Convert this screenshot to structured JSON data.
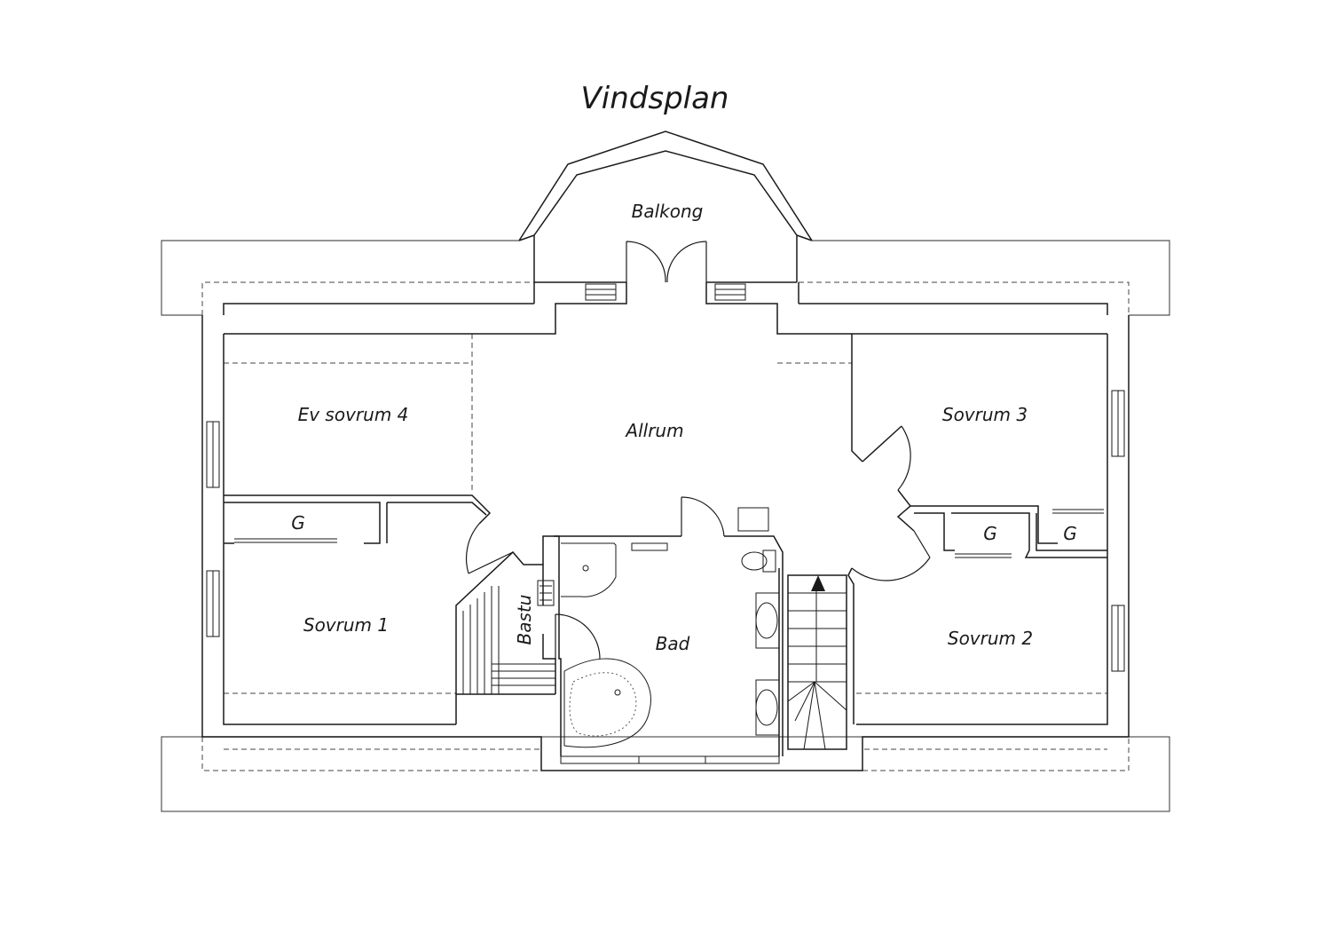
{
  "title": "Vindsplan",
  "rooms": {
    "balkong": "Balkong",
    "allrum": "Allrum",
    "ev_sovrum_4": "Ev sovrum 4",
    "sovrum_1": "Sovrum 1",
    "sovrum_2": "Sovrum 2",
    "sovrum_3": "Sovrum 3",
    "bad": "Bad",
    "bastu": "Bastu"
  },
  "closets": {
    "g_left": "G",
    "g_right_1": "G",
    "g_right_2": "G"
  },
  "colors": {
    "line": "#1a1a1a",
    "background": "#ffffff"
  }
}
